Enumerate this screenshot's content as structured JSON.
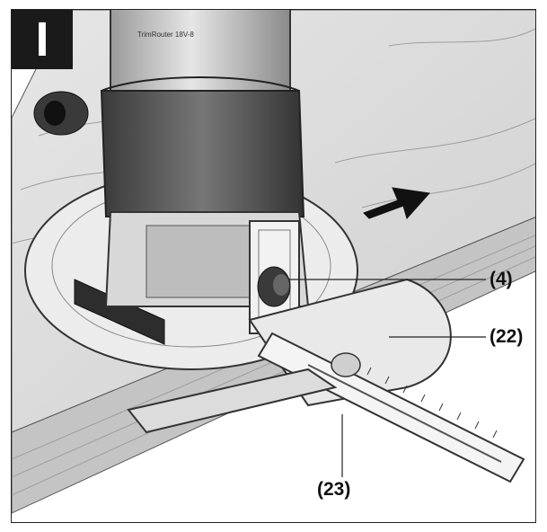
{
  "figure": {
    "panel_label": "I",
    "device_label": "TrimRouter 18V-8",
    "callouts": [
      {
        "id": "4",
        "text": "(4)"
      },
      {
        "id": "22",
        "text": "(22)"
      },
      {
        "id": "23",
        "text": "(23)"
      }
    ],
    "colors": {
      "ink": "#1a1a1a",
      "badge": "#1a1a1a",
      "grip": "#3a3a3a",
      "wood": "#dcdcdc"
    }
  }
}
